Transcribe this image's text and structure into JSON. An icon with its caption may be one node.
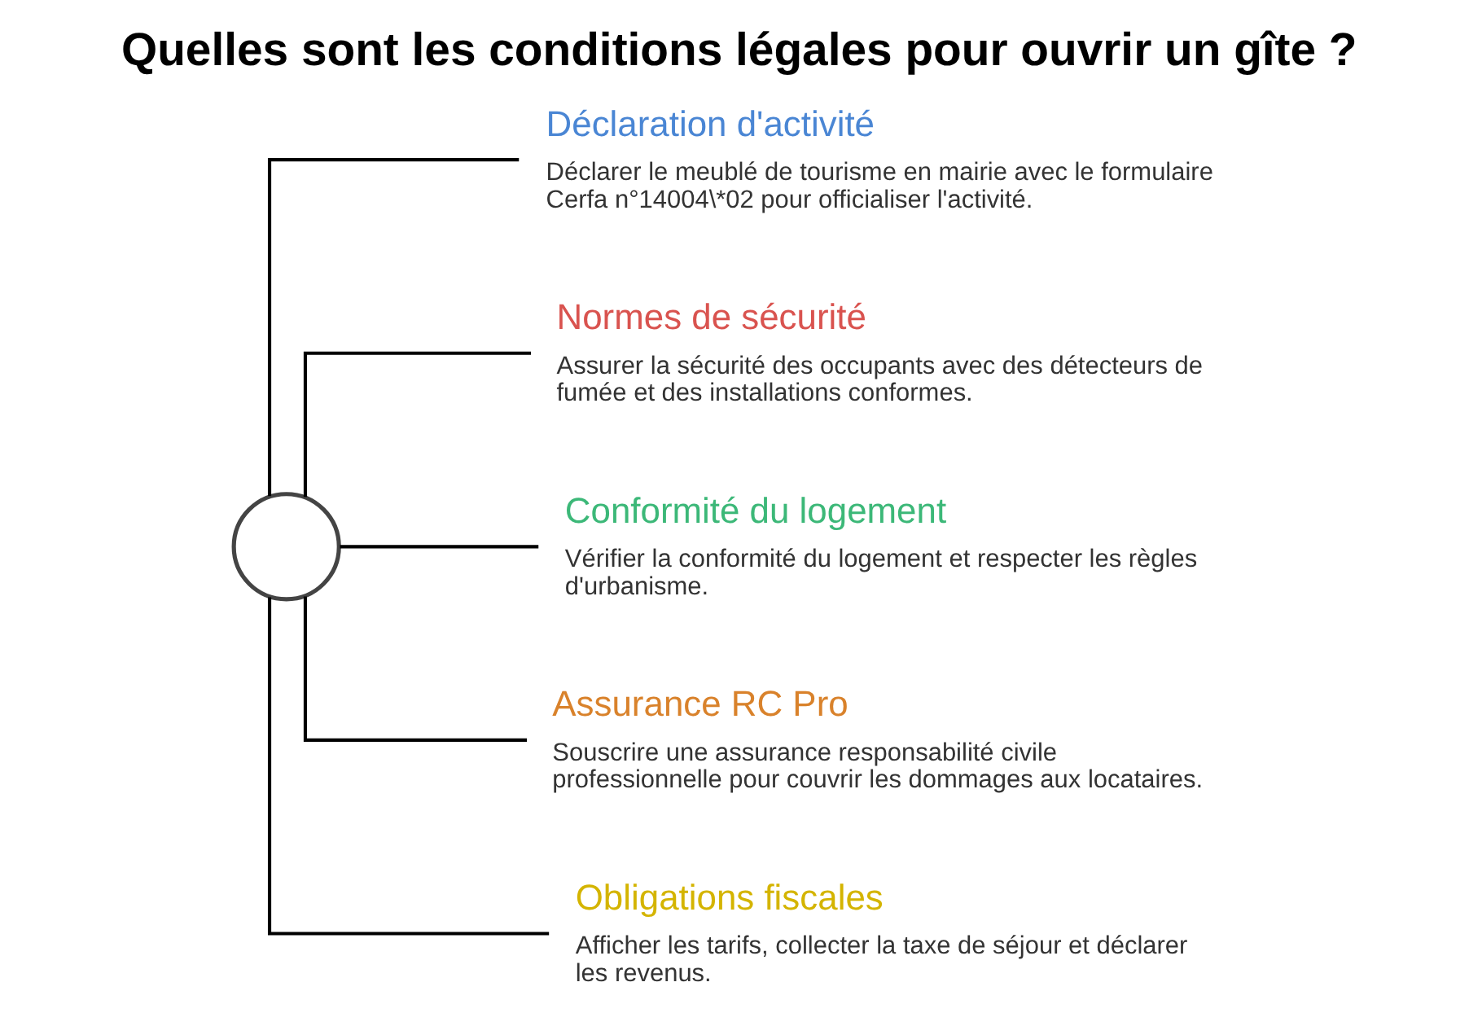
{
  "diagram": {
    "title": "Quelles sont les conditions légales pour ouvrir un gîte ?",
    "nodes": [
      {
        "text": [],
        "shape": "circle"
      },
      {
        "text": [
          "Déclaration d'activité",
          "Déclarer le meublé de tourisme en mairie avec le formulaire Cerfa n°14004\\*02 pour officialiser l'activité."
        ]
      },
      {
        "text": [
          "Normes de sécurité",
          "Assurer la sécurité des occupants avec des détecteurs de fumée et des installations conformes."
        ]
      },
      {
        "text": [
          "Conformité du logement",
          "Vérifier la conformité du logement et respecter les règles d'urbanisme."
        ]
      },
      {
        "text": [
          "Assurance RC Pro",
          "Souscrire une assurance responsabilité civile professionnelle pour couvrir les dommages aux locataires."
        ]
      },
      {
        "text": [
          "Obligations fiscales",
          "Afficher les tarifs, collecter la taxe de séjour et déclarer les revenus."
        ]
      }
    ],
    "edges": [
      {
        "from": 0,
        "to": 1,
        "arrow": "none"
      },
      {
        "from": 0,
        "to": 2,
        "arrow": "none"
      },
      {
        "from": 0,
        "to": 3,
        "arrow": "none"
      },
      {
        "from": 0,
        "to": 4,
        "arrow": "none"
      },
      {
        "from": 0,
        "to": 5,
        "arrow": "none"
      }
    ]
  }
}
